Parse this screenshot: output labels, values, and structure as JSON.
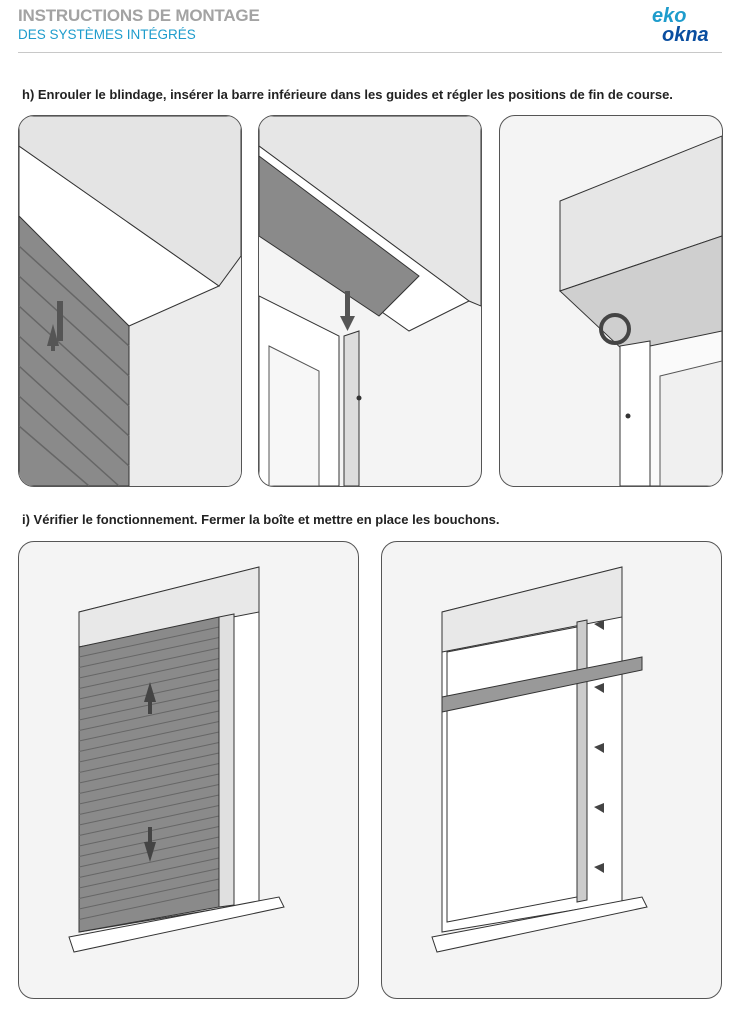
{
  "header": {
    "title": "INSTRUCTIONS DE MONTAGE",
    "subtitle": "DES SYSTÈMES INTÉGRÉS",
    "logo_text": "eko okna",
    "accent": "#1e9ccc",
    "logo_blue": "#0a4ea0"
  },
  "steps": [
    {
      "label": "h) Enrouler le blindage, insérer la barre inférieure dans les guides et régler les positions de fin de course.",
      "images": [
        "roll-up-shutter",
        "insert-bottom-bar",
        "adjust-end-positions"
      ]
    },
    {
      "label": "i) Vérifier le fonctionnement. Fermer la boîte et mettre en place les bouchons.",
      "images": [
        "test-shutter-operation",
        "close-box-insert-caps"
      ]
    }
  ]
}
